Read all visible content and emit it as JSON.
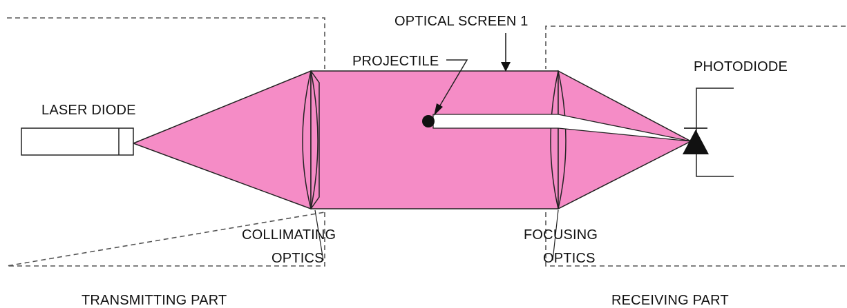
{
  "labels": {
    "optical_screen": "OPTICAL SCREEN 1",
    "projectile": "PROJECTILE",
    "photodiode": "PHOTODIODE",
    "laser_diode": "LASER DIODE",
    "collimating_line1": "COLLIMATING",
    "collimating_line2": "OPTICS",
    "focusing_line1": "FOCUSING",
    "focusing_line2": "OPTICS",
    "transmitting_part": "TRANSMITTING PART",
    "receiving_part": "RECEIVING PART"
  },
  "colors": {
    "beam": "#f58cc6",
    "line": "#222222",
    "dash": "#555555"
  }
}
